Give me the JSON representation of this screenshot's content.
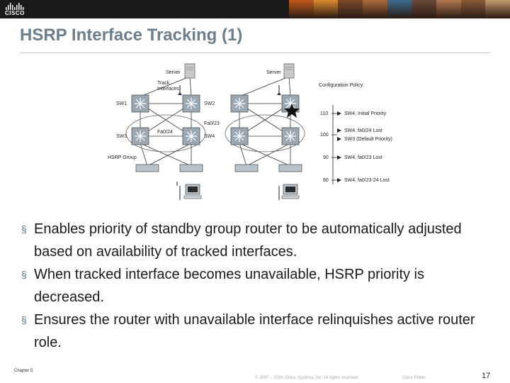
{
  "header": {
    "logo_text": "CISCO",
    "photo_colors": [
      "#c05a1c",
      "#d98b2e",
      "#7a4a2a",
      "#a86a3c",
      "#3b6c8e",
      "#6a4a3a",
      "#b07850",
      "#8a5a38",
      "#c49a6c"
    ]
  },
  "slide": {
    "title": "HSRP Interface Tracking (1)"
  },
  "diagram": {
    "server_label": "Server",
    "track_interfaces_label": "Track\nInterfaces",
    "sw1": "SW1",
    "sw2": "SW2",
    "sw3": "SW3",
    "sw4": "SW4",
    "fa023": "Fa0/23",
    "fa024": "Fa0/24",
    "hsrp_group": "HSRP Group",
    "config_policy_title": "Configuration Policy:",
    "policy": [
      {
        "priority": "110",
        "text": "SW4, Initial Priority"
      },
      {
        "priority": "100",
        "text": "SW4, fa0/24 Lost"
      },
      {
        "priority": "",
        "text": "SW3 (Default Priority)"
      },
      {
        "priority": "90",
        "text": "SW4, fa0/23 Lost"
      },
      {
        "priority": "80",
        "text": "SW4, fa0/23-24 Lost"
      }
    ]
  },
  "bullets": [
    {
      "text": "Enables priority of standby group router to be automatically adjusted based on availability of tracked interfaces."
    },
    {
      "text": "When tracked interface becomes unavailable, HSRP priority is decreased."
    },
    {
      "text": "Ensures the router with unavailable interface relinquishes active router role."
    }
  ],
  "bullet_marker": "§",
  "footer": {
    "chapter": "Chapter 5",
    "copyright": "© 2007 – 2016, Cisco Systems, Inc. All rights reserved.",
    "classification": "Cisco Public",
    "page_number": "17"
  },
  "colors": {
    "title": "#6b7f8e",
    "banner": "#1a1a1a",
    "marker": "#5d7a8c"
  }
}
